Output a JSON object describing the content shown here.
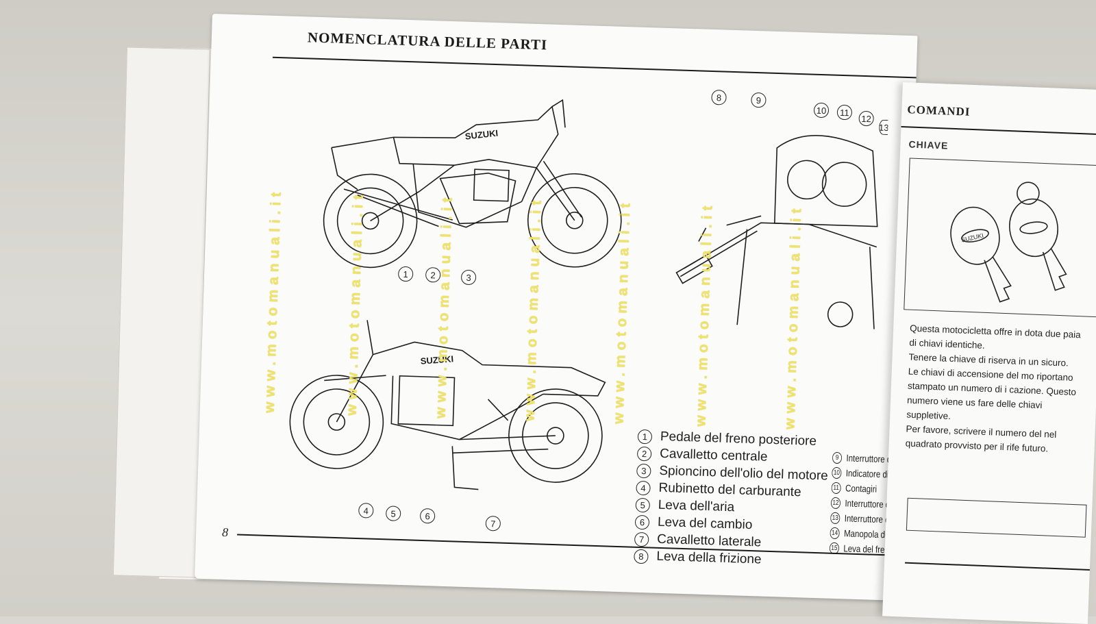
{
  "left_page": {
    "title": "NOMENCLATURA DELLE PARTI",
    "page_number": "8",
    "callouts": [
      "1",
      "2",
      "3",
      "4",
      "5",
      "6",
      "7",
      "8",
      "9",
      "10",
      "11",
      "12",
      "13"
    ],
    "legend": [
      {
        "num": "1",
        "text": "Pedale del freno posteriore"
      },
      {
        "num": "2",
        "text": "Cavalletto centrale"
      },
      {
        "num": "3",
        "text": "Spioncino dell'olio del motore"
      },
      {
        "num": "4",
        "text": "Rubinetto del carburante"
      },
      {
        "num": "5",
        "text": "Leva dell'aria"
      },
      {
        "num": "6",
        "text": "Leva del cambio"
      },
      {
        "num": "7",
        "text": "Cavalletto laterale"
      },
      {
        "num": "8",
        "text": "Leva della frizione"
      }
    ],
    "legend2": [
      {
        "num": "9",
        "text": "Interruttore de sinistra"
      },
      {
        "num": "10",
        "text": "Indicatore di li"
      },
      {
        "num": "11",
        "text": "Contagiri"
      },
      {
        "num": "12",
        "text": "Interruttore di"
      },
      {
        "num": "13",
        "text": "Interruttore di destra"
      },
      {
        "num": "14",
        "text": "Manopola dell"
      },
      {
        "num": "15",
        "text": "Leva del freno"
      }
    ],
    "bike_logo": "SUZUKI"
  },
  "watermark": "www.motomanuali.it",
  "right_page": {
    "title": "COMANDI",
    "subtitle": "CHIAVE",
    "key_brand": "SUZUKI",
    "paragraphs": [
      "Questa motocicletta offre in dota due paia di chiavi identiche.",
      "Tenere la chiave di riserva in un sicuro.",
      "Le chiavi di accensione del mo riportano stampato un numero di i cazione. Questo numero viene us fare delle chiavi suppletive.",
      "Per favore, scrivere il numero del nel quadrato provvisto per il rife futuro."
    ]
  },
  "colors": {
    "paper": "#fbfbfa",
    "ink": "#1b1b1b",
    "watermark": "#f0e36a",
    "background": "#d9d7d2"
  }
}
